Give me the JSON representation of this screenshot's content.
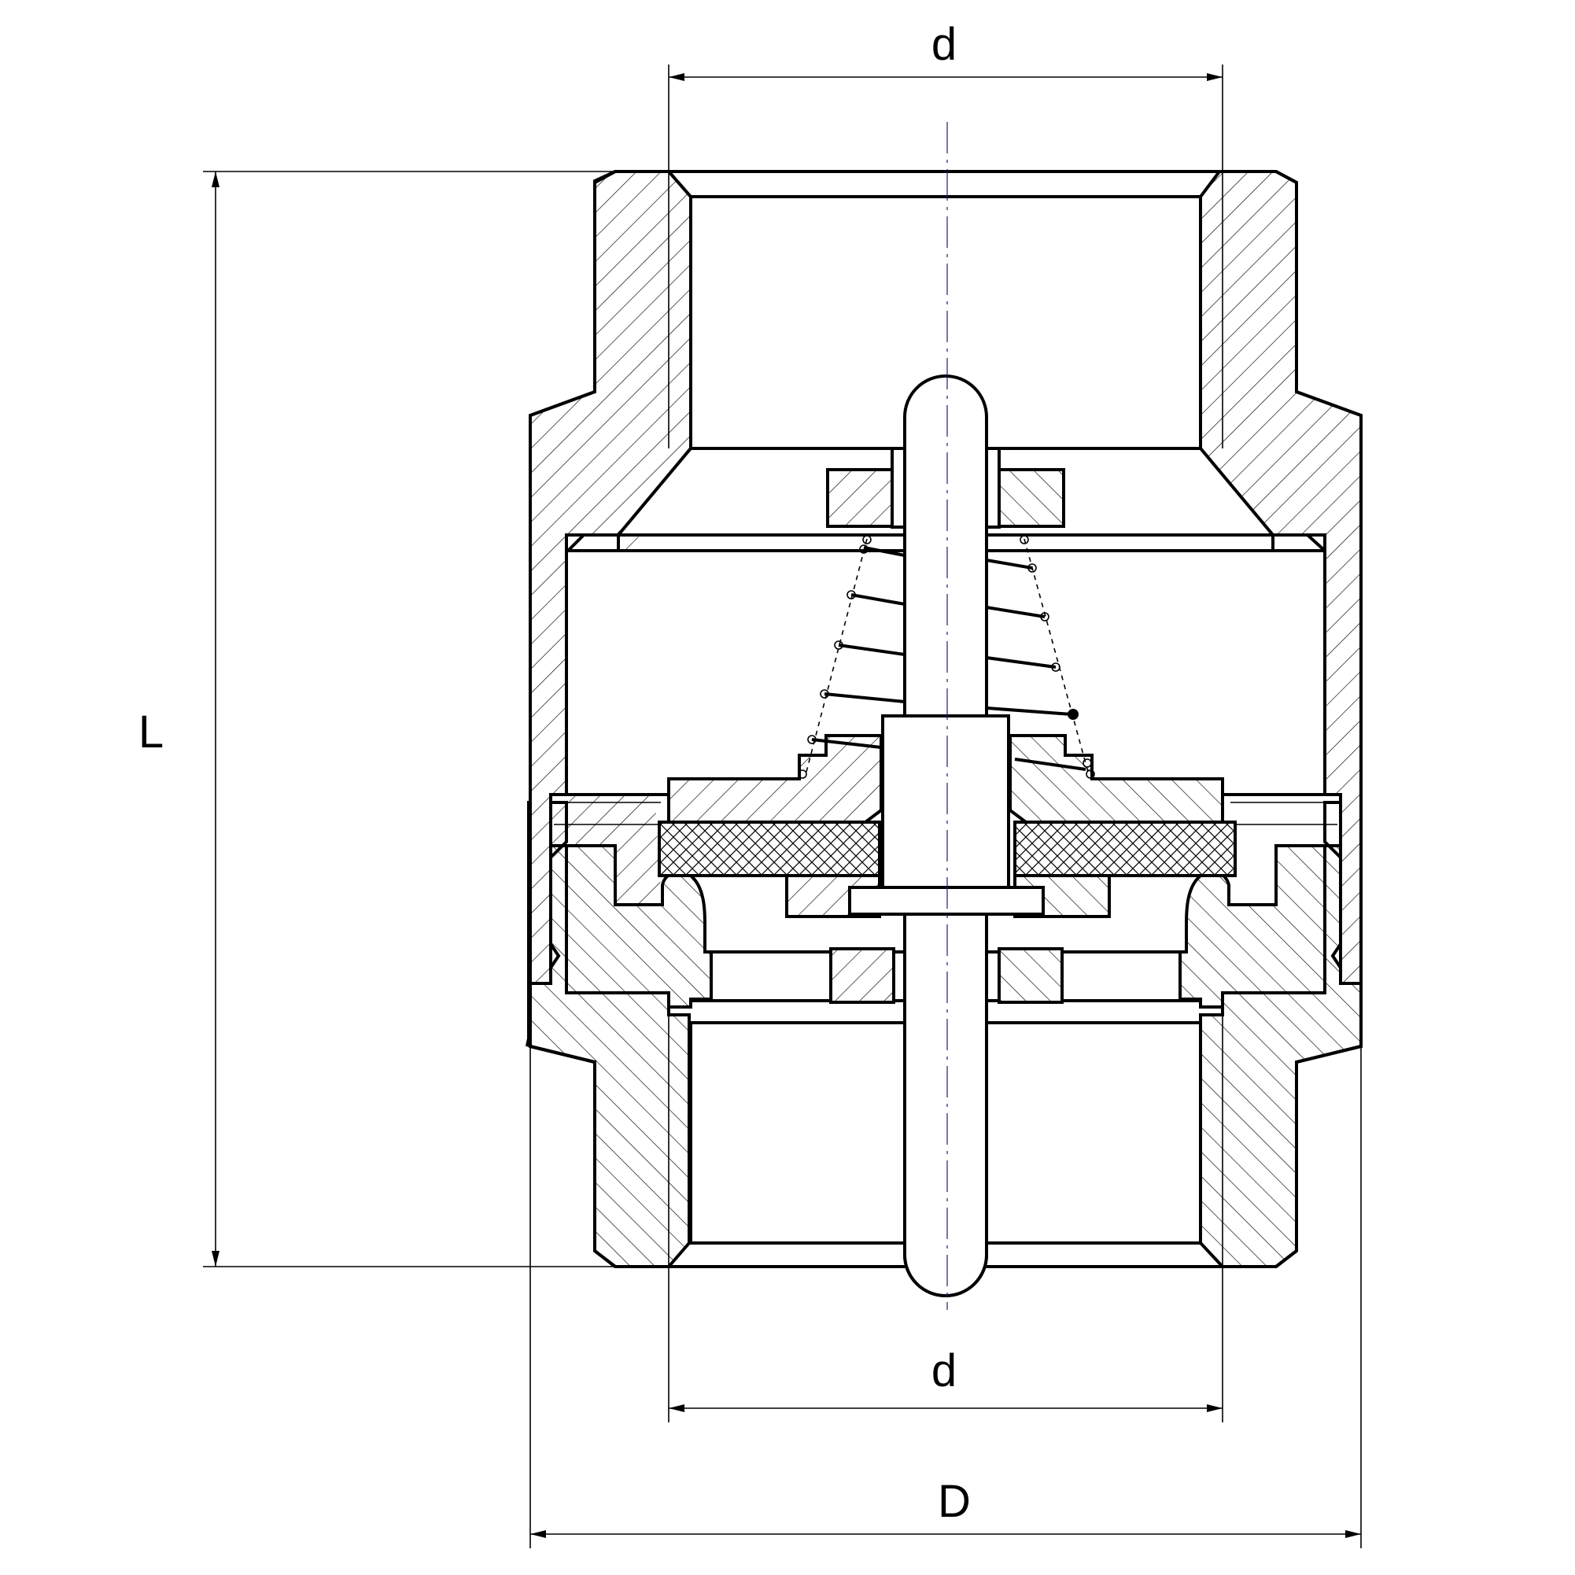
{
  "dimensions": {
    "top_diameter": "d",
    "bottom_diameter": "d",
    "outer_diameter": "D",
    "length": "L"
  },
  "colors": {
    "line": "#000000",
    "center_line": "#1a1a80",
    "background": "#ffffff"
  }
}
